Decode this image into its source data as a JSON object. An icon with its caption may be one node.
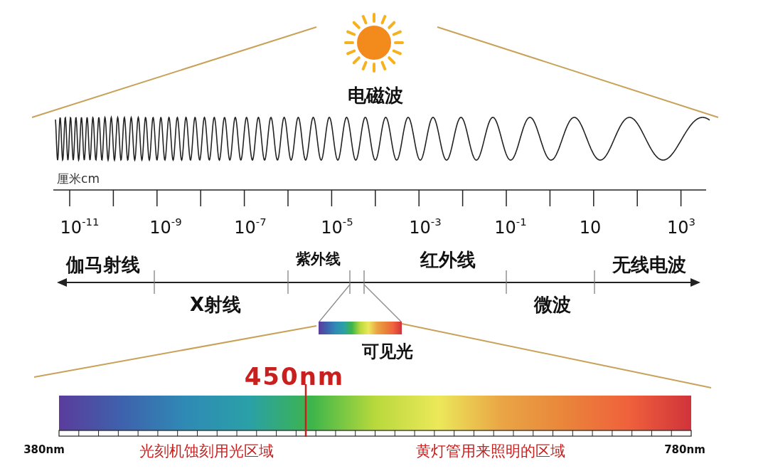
{
  "diagram": {
    "labels": [
      "电磁波",
      "厘米cm",
      "10$^{-11}$",
      "10$^{-9}$",
      "10$^{-7}$",
      "10$^{-5}$",
      "10$^{-3}$",
      "10$^{-1}$",
      "10",
      "10$^{3}$",
      "伽马射线",
      "紫外线",
      "红外线",
      "无线电波",
      "X射线",
      "微波",
      "可见光",
      "450nm",
      "380nm",
      "光刻机蚀刻用光区域",
      "黄灯管用来照明的区域",
      "780nm"
    ]
  }
}
